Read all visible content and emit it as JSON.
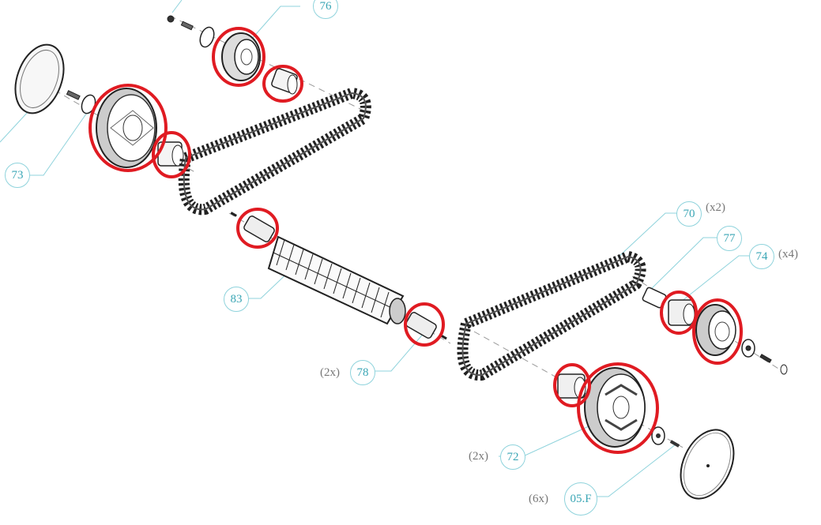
{
  "diagram": {
    "type": "exploded-parts-diagram",
    "highlight_color": "#e01b22",
    "leader_color": "#8fd3dc",
    "callout_text_color": "#3aa6b5",
    "quantity_text_color": "#777777"
  },
  "callouts": [
    {
      "id": "76",
      "label": "76",
      "qty": ""
    },
    {
      "id": "73",
      "label": "73",
      "qty": ""
    },
    {
      "id": "70",
      "label": "70",
      "qty": "(x2)"
    },
    {
      "id": "77",
      "label": "77",
      "qty": ""
    },
    {
      "id": "74",
      "label": "74",
      "qty": "(x4)"
    },
    {
      "id": "83",
      "label": "83",
      "qty": ""
    },
    {
      "id": "78",
      "label": "78",
      "qty": "(2x)"
    },
    {
      "id": "72",
      "label": "72",
      "qty": "(2x)"
    },
    {
      "id": "05F",
      "label": "05.F",
      "qty": "(6x)"
    }
  ],
  "parts": {
    "belt": "track-belt",
    "brush": "roller-brush",
    "large_pulley": "drive-pulley",
    "small_pulley": "idler-pulley",
    "bushing": "bushing",
    "pinion": "brush-pinion",
    "cover": "side-cover"
  }
}
